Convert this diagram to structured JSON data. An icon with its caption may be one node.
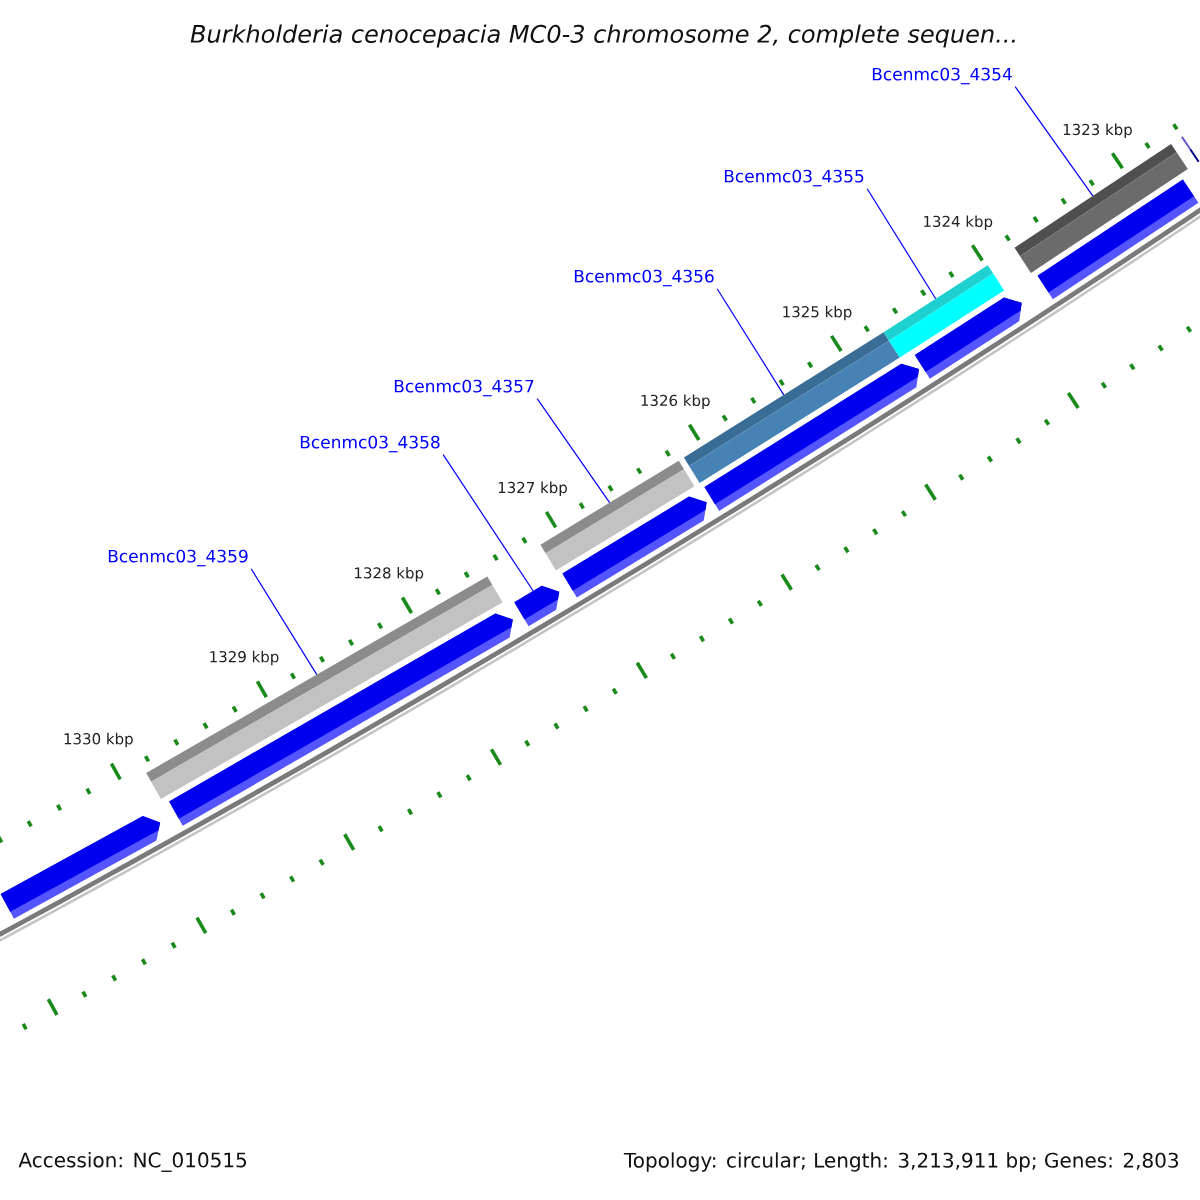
{
  "diagram": {
    "title": "Burkholderia cenocepacia MC0-3 chromosome 2, complete sequen...",
    "nodes": [
      {
        "text": [
          "Bcenmc03_4354"
        ]
      },
      {
        "text": [
          "Bcenmc03_4355"
        ]
      },
      {
        "text": [
          "Bcenmc03_4356"
        ]
      },
      {
        "text": [
          "Bcenmc03_4357"
        ]
      },
      {
        "text": [
          "Bcenmc03_4358"
        ]
      },
      {
        "text": [
          "Bcenmc03_4359"
        ]
      },
      {
        "text": [],
        "shape": "bar"
      },
      {
        "text": [],
        "shape": "bar"
      },
      {
        "text": [],
        "shape": "bar"
      },
      {
        "text": [],
        "shape": "bar"
      },
      {
        "text": [],
        "shape": "bar"
      },
      {
        "text": [],
        "shape": "bar"
      },
      {
        "text": [],
        "shape": "arrow"
      },
      {
        "text": [],
        "shape": "arrow"
      },
      {
        "text": [],
        "shape": "arrow"
      },
      {
        "text": [],
        "shape": "arrow"
      },
      {
        "text": [],
        "shape": "arrow"
      },
      {
        "text": [],
        "shape": "arrow"
      },
      {
        "text": [],
        "shape": "arrow"
      }
    ],
    "edges": [
      {
        "from": 0,
        "to": 10,
        "arrow": "none"
      },
      {
        "from": 1,
        "to": 9,
        "arrow": "none"
      },
      {
        "from": 2,
        "to": 8,
        "arrow": "none"
      },
      {
        "from": 3,
        "to": 7,
        "arrow": "none"
      },
      {
        "from": 4,
        "to": 14,
        "arrow": "none"
      },
      {
        "from": 5,
        "to": 6,
        "arrow": "none"
      }
    ],
    "labels": [
      "1323 kbp",
      "1324 kbp",
      "1325 kbp",
      "1326 kbp",
      "1327 kbp",
      "1328 kbp",
      "1329 kbp",
      "1330 kbp",
      "Accession: NC_010515",
      "Topology: circular; Length: 3,213,911 bp; Genes: 2,803"
    ]
  }
}
